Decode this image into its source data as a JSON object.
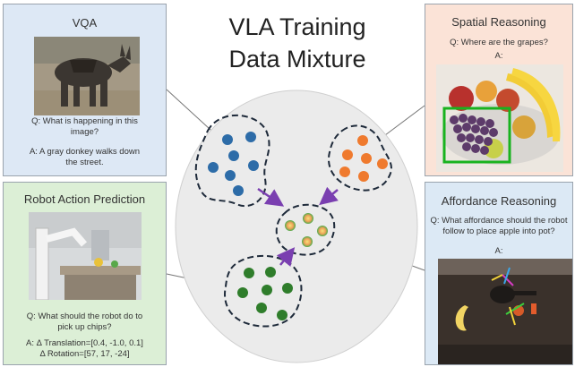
{
  "title_line1": "VLA Training",
  "title_line2": "Data Mixture",
  "panels": {
    "vqa": {
      "title": "VQA",
      "question": "Q: What is happening in this image?",
      "answer": "A: A gray donkey walks down the street.",
      "bg": "#dde8f5"
    },
    "robot_action": {
      "title": "Robot Action Prediction",
      "question": "Q: What should the robot do to pick up chips?",
      "answer_line1": "A: Δ Translation=[0.4, -1.0, 0.1]",
      "answer_line2": "Δ Rotation=[57, 17, -24]",
      "bg": "#dcefd6"
    },
    "spatial": {
      "title": "Spatial Reasoning",
      "question": "Q: Where are the grapes?",
      "answer": "A:",
      "bg": "#fbe3d7"
    },
    "affordance": {
      "title": "Affordance Reasoning",
      "question": "Q: What affordance should the robot follow to place apple into pot?",
      "answer": "A:",
      "bg": "#dce9f5"
    }
  },
  "colors": {
    "blue_dot": "#2d6ca8",
    "orange_dot": "#ef7a2e",
    "green_dot": "#2f7d2b",
    "arrow": "#7a3fb0",
    "ellipse": "#ebebeb",
    "highlight_box": "#19b31f"
  }
}
